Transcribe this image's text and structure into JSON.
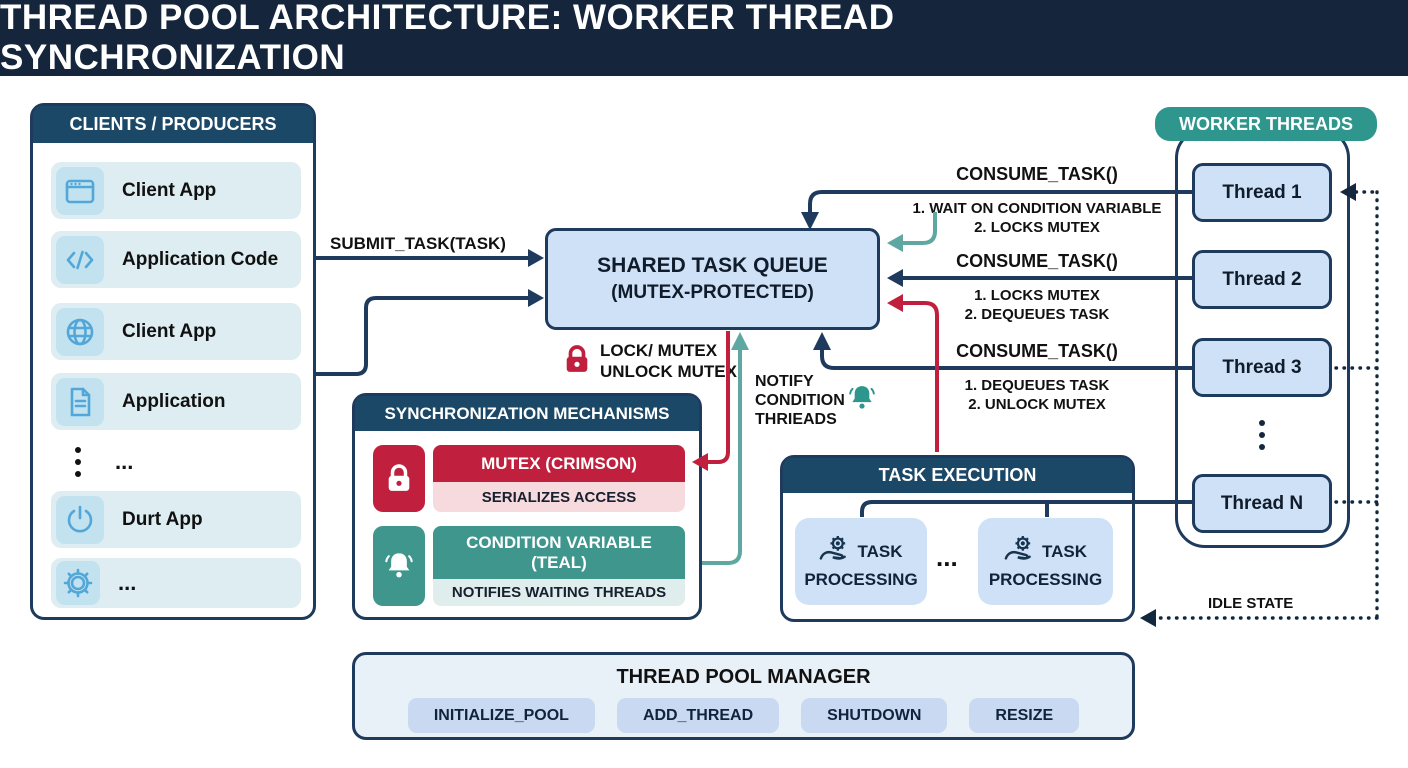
{
  "title": "THREAD POOL ARCHITECTURE: WORKER THREAD SYNCHRONIZATION",
  "colors": {
    "navy": "#1e3a5c",
    "titlebar": "#15263c",
    "header_blue": "#1c4867",
    "teal": "#2f968d",
    "teal_arrow": "#5fa8a1",
    "crimson": "#c01f3d",
    "pale_pink": "#f7dade",
    "pale_teal": "#dfeeec",
    "light_blue_box": "#cfe1f6",
    "row_bg": "#ddedf1"
  },
  "clients_panel": {
    "header": "CLIENTS / PRODUCERS",
    "items": [
      {
        "label": "Client App",
        "icon": "browser-window-icon"
      },
      {
        "label": "Application Code",
        "icon": "code-icon"
      },
      {
        "label": "Client App",
        "icon": "globe-icon"
      },
      {
        "label": "Application",
        "icon": "document-icon"
      },
      {
        "label": "...",
        "icon": "vertical-ellipsis-icon"
      },
      {
        "label": "Durt App",
        "icon": "power-icon"
      },
      {
        "label": "...",
        "icon": "gear-icon"
      }
    ]
  },
  "queue": {
    "title": "SHARED TASK QUEUE",
    "subtitle": "(MUTEX-PROTECTED)"
  },
  "labels": {
    "submit_task": "SUBMIT_TASK(TASK)",
    "lock_mutex_line1": "LOCK/ MUTEX",
    "lock_mutex_line2": "UNLOCK MUTEX",
    "notify_line1": "NOTIFY",
    "notify_line2": "CONDITION",
    "notify_line3": "THRIEADS",
    "idle_state": "IDLE STATE"
  },
  "consume_calls": [
    {
      "title": "CONSUME_TASK()",
      "step1": "1. WAIT ON CONDITION VARIABLE",
      "step2": "2. LOCKS MUTEX"
    },
    {
      "title": "CONSUME_TASK()",
      "step1": "1. LOCKS MUTEX",
      "step2": "2. DEQUEUES TASK"
    },
    {
      "title": "CONSUME_TASK()",
      "step1": "1. DEQUEUES TASK",
      "step2": "2. UNLOCK MUTEX"
    }
  ],
  "sync_box": {
    "header": "SYNCHRONIZATION MECHANISMS",
    "mutex": {
      "title": "MUTEX (CRIMSON)",
      "subtitle": "SERIALIZES ACCESS",
      "icon": "lock-icon"
    },
    "condition": {
      "title_line1": "CONDITION VARIABLE",
      "title_line2": "(TEAL)",
      "subtitle": "NOTIFIES WAITING THREADS",
      "icon": "bell-icon"
    }
  },
  "worker_threads": {
    "header": "WORKER THREADS",
    "threads": [
      "Thread 1",
      "Thread 2",
      "Thread 3",
      "Thread N"
    ]
  },
  "task_execution": {
    "header": "TASK EXECUTION",
    "processors": [
      {
        "label_line1": "TASK",
        "label_line2": "PROCESSING",
        "icon": "gear-hand-icon"
      },
      {
        "label_line1": "TASK",
        "label_line2": "PROCESSING",
        "icon": "gear-hand-icon"
      }
    ],
    "separator": "..."
  },
  "manager": {
    "title": "THREAD POOL MANAGER",
    "buttons": [
      "INITIALIZE_POOL",
      "ADD_THREAD",
      "SHUTDOWN",
      "RESIZE"
    ]
  }
}
